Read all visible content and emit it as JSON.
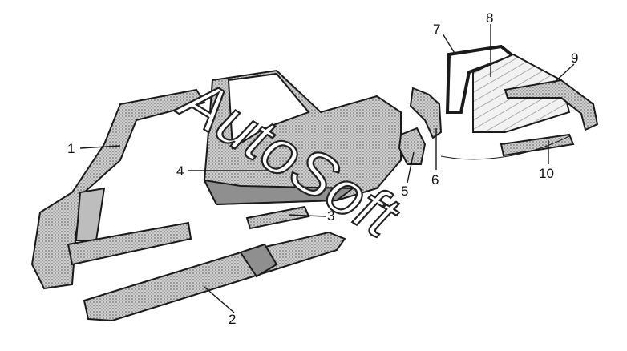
{
  "diagram": {
    "callouts": [
      {
        "id": "1",
        "label": "1"
      },
      {
        "id": "2",
        "label": "2"
      },
      {
        "id": "3",
        "label": "3"
      },
      {
        "id": "4",
        "label": "4"
      },
      {
        "id": "5",
        "label": "5"
      },
      {
        "id": "6",
        "label": "6"
      },
      {
        "id": "7",
        "label": "7"
      },
      {
        "id": "8",
        "label": "8"
      },
      {
        "id": "9",
        "label": "9"
      },
      {
        "id": "10",
        "label": "10"
      }
    ],
    "watermark": "AutoSoft"
  },
  "colors": {
    "ink": "#1a1a1a",
    "shade": "#9a9a9a",
    "paper": "#ffffff"
  }
}
